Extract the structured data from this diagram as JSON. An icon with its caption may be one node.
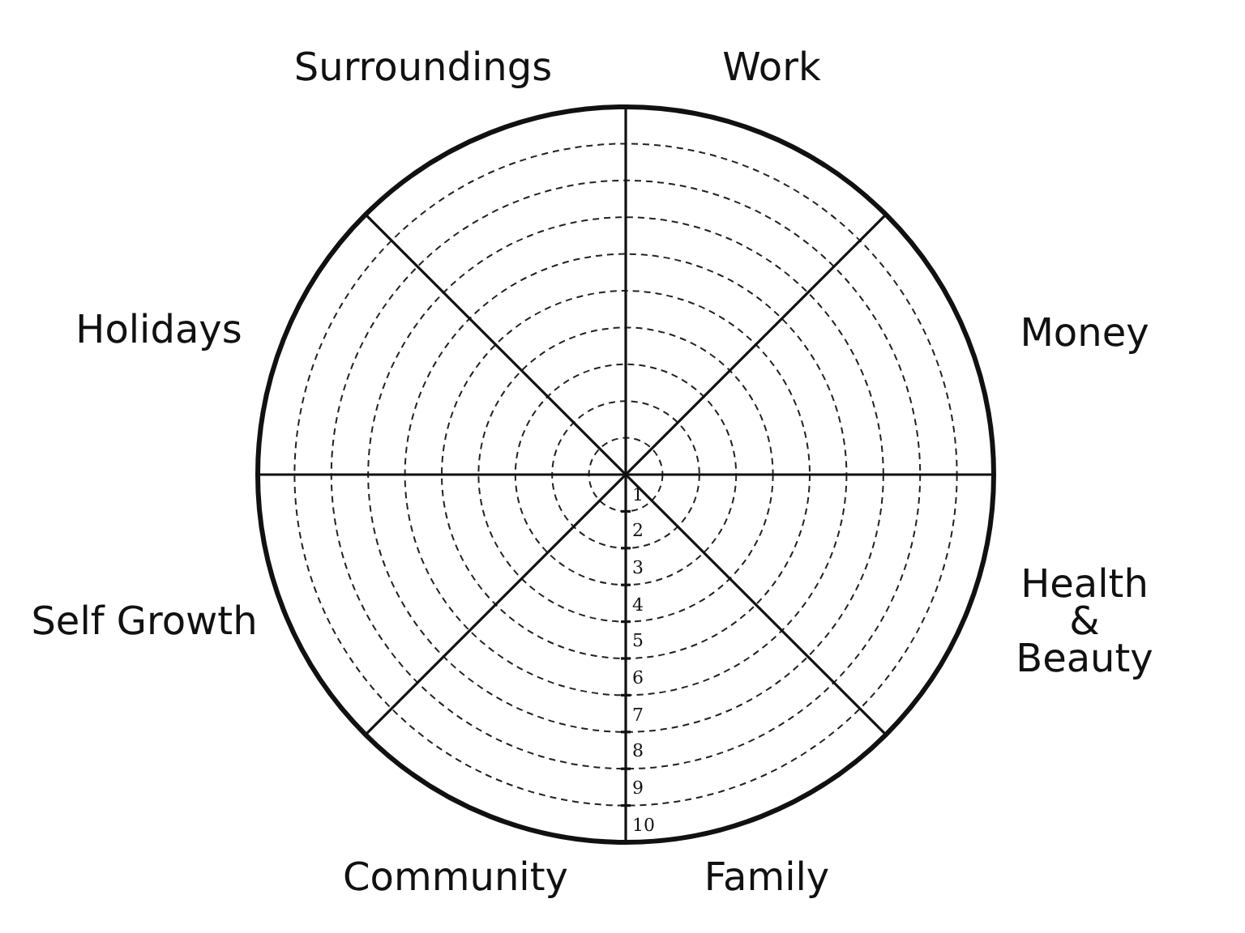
{
  "diagram": {
    "labels": [
      "Surroundings",
      "Work",
      "Holidays",
      "Money",
      "Self Growth",
      "Health & Beauty",
      "Community",
      "Family",
      "1",
      "2",
      "3",
      "4",
      "5",
      "6",
      "7",
      "8",
      "9",
      "10"
    ]
  }
}
